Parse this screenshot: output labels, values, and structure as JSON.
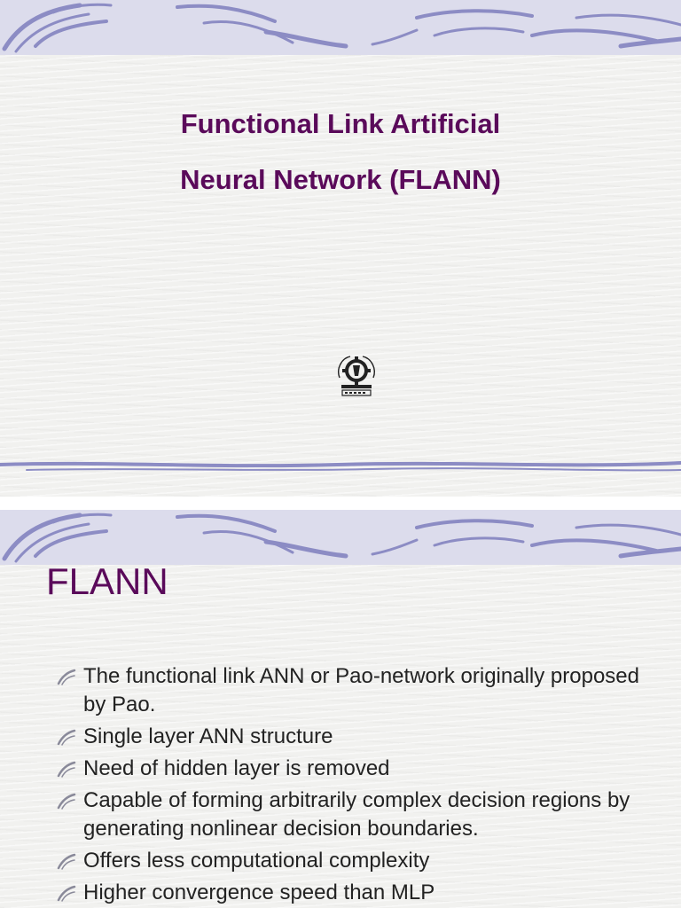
{
  "slide1": {
    "title_line1": "Functional Link Artificial",
    "title_line2": "Neural Network (FLANN)",
    "logo_icon": "institute-emblem-icon"
  },
  "slide2": {
    "heading": "FLANN",
    "bullet_icon": "swirl-bullet-icon",
    "bullets": [
      "The functional link ANN or Pao-network originally proposed by Pao.",
      "Single layer ANN structure",
      "Need of hidden layer is removed",
      "Capable of forming arbitrarily complex decision regions by generating nonlinear decision boundaries.",
      "Offers less computational complexity",
      "Higher convergence speed than MLP"
    ]
  },
  "colors": {
    "title": "#5a0a5a",
    "body_text": "#222222",
    "swirl": "#8c8cc4",
    "swirl_band": "#dcdcec"
  }
}
